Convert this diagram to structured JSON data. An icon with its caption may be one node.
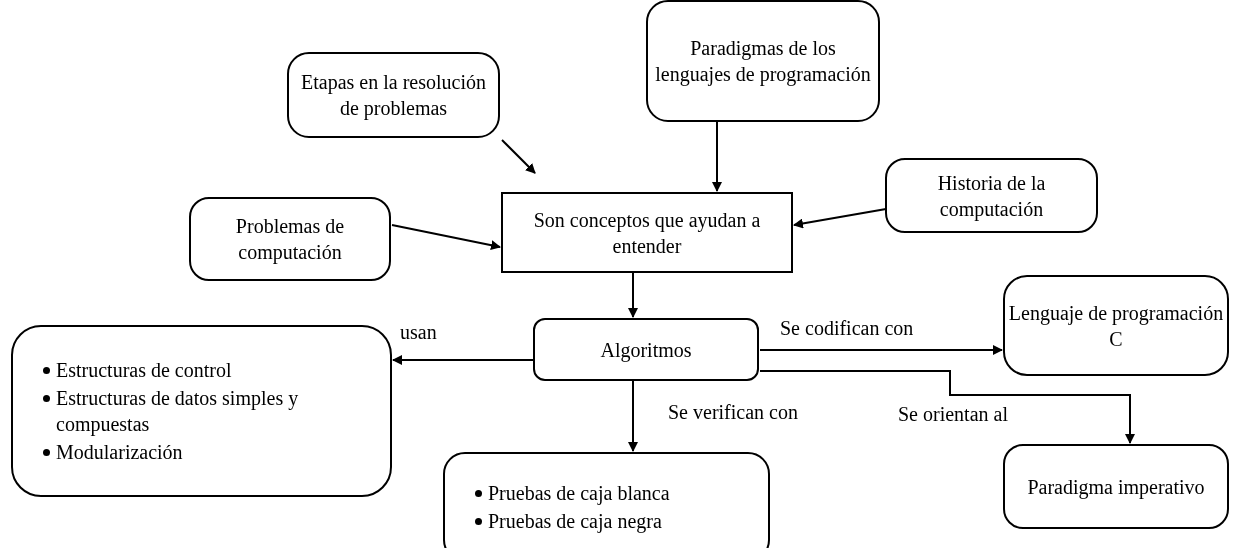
{
  "diagram": {
    "nodes": [
      {
        "text": [
          "Etapas en la resolución de problemas"
        ]
      },
      {
        "text": [
          "Paradigmas de los lenguajes de programación"
        ]
      },
      {
        "text": [
          "Historia de la computación"
        ]
      },
      {
        "text": [
          "Problemas de computación"
        ]
      },
      {
        "text": [
          "Son conceptos que ayudan a entender"
        ]
      },
      {
        "text": [
          "Algoritmos"
        ]
      },
      {
        "text": [
          "Lenguaje de programación C"
        ]
      },
      {
        "text": [
          "Estructuras de control",
          "Estructuras de datos simples y compuestas",
          "Modularización"
        ]
      },
      {
        "text": [
          "Pruebas de caja blanca",
          "Pruebas de caja negra"
        ]
      },
      {
        "text": [
          "Paradigma imperativo"
        ]
      }
    ],
    "edges": [
      {
        "from": 0,
        "to": 4,
        "arrow": "to"
      },
      {
        "from": 1,
        "to": 4,
        "arrow": "to"
      },
      {
        "from": 2,
        "to": 4,
        "arrow": "to"
      },
      {
        "from": 3,
        "to": 4,
        "arrow": "to"
      },
      {
        "from": 4,
        "to": 5,
        "arrow": "to"
      },
      {
        "from": 5,
        "to": 7,
        "arrow": "to",
        "label": "usan"
      },
      {
        "from": 5,
        "to": 6,
        "arrow": "to",
        "label": "Se codifican con"
      },
      {
        "from": 5,
        "to": 8,
        "arrow": "to",
        "label": "Se verifican con"
      },
      {
        "from": 5,
        "to": 9,
        "arrow": "to",
        "label": "Se orientan al"
      }
    ]
  }
}
